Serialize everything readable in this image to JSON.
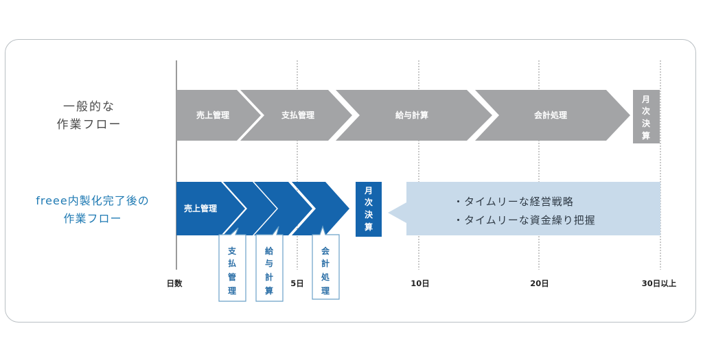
{
  "general": {
    "label_line1": "一般的な",
    "label_line2": "作業フロー",
    "steps": [
      "売上管理",
      "支払管理",
      "給与計算",
      "会計処理"
    ],
    "closing": [
      "月",
      "次",
      "決",
      "算"
    ]
  },
  "freee": {
    "label_line1": "freee内製化完了後の",
    "label_line2": "作業フロー",
    "first_step": "売上管理",
    "callouts": [
      {
        "chars": [
          "支",
          "払",
          "管",
          "理"
        ]
      },
      {
        "chars": [
          "給",
          "与",
          "計",
          "算"
        ]
      },
      {
        "chars": [
          "会",
          "計",
          "処",
          "理"
        ]
      }
    ],
    "closing": [
      "月",
      "次",
      "決",
      "算"
    ],
    "benefits": [
      "・タイムリーな経営戦略",
      "・タイムリーな資金繰り把握"
    ]
  },
  "axis": {
    "ticks": [
      "日数",
      "5日",
      "10日",
      "20日",
      "30日以上"
    ]
  },
  "colors": {
    "gray": "#a3a4a6",
    "blue": "#1565ad",
    "light_blue": "#c8daea",
    "freee_label": "#1f7ab3"
  }
}
